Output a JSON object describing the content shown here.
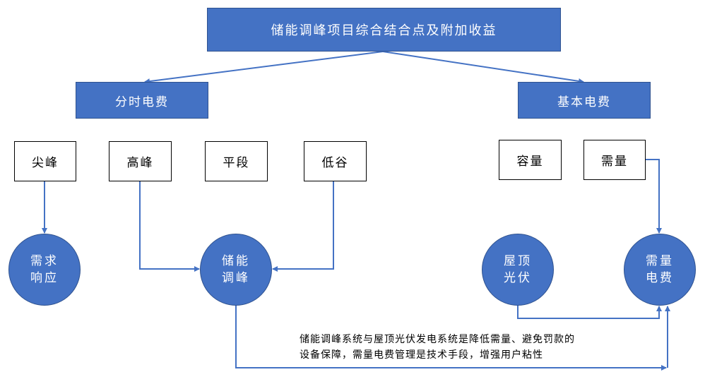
{
  "title": "储能调峰项目综合结合点及附加收益",
  "categories": {
    "time_of_use": "分时电费",
    "basic": "基本电费"
  },
  "periods": [
    "尖峰",
    "高峰",
    "平段",
    "低谷"
  ],
  "basic_items": [
    "容量",
    "需量"
  ],
  "circles": {
    "demand_response": [
      "需求",
      "响应"
    ],
    "storage_peak": [
      "储能",
      "调峰"
    ],
    "rooftop_pv": [
      "屋顶",
      "光伏"
    ],
    "demand_charge": [
      "需量",
      "电费"
    ]
  },
  "note": {
    "line1": "储能调峰系统与屋顶光伏发电系统是降低需量、避免罚款的",
    "line2": "设备保障，需量电费管理是技术手段，增强用户粘性"
  },
  "colors": {
    "accent": "#4472c4",
    "accent_border": "#2f528f",
    "connector": "#4472c4"
  }
}
